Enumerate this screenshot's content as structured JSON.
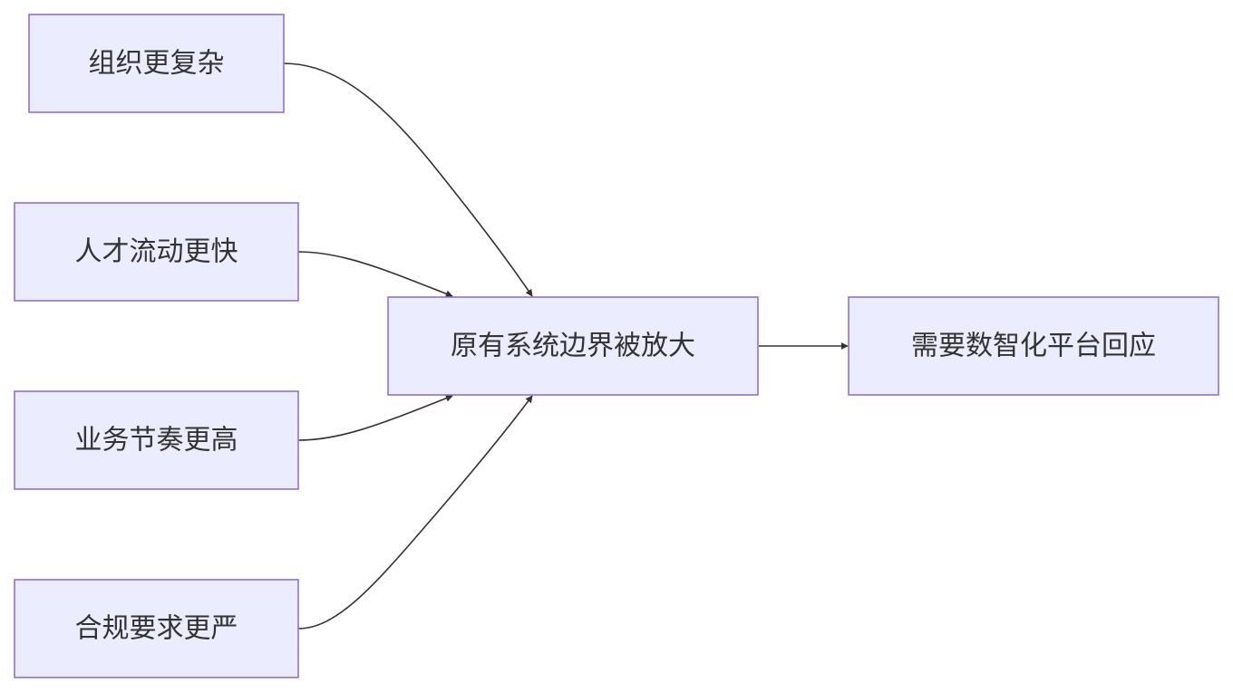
{
  "colors": {
    "node_fill": "#ECECFF",
    "node_stroke": "#9370DB",
    "edge": "#333333",
    "text": "#333333",
    "background": "#FFFFFF"
  },
  "nodes": {
    "complex_org": "组织更复杂",
    "talent_flow": "人才流动更快",
    "business_pace": "业务节奏更高",
    "compliance": "合规要求更严",
    "system_boundary": "原有系统边界被放大",
    "digital_platform": "需要数智化平台回应"
  },
  "edges": [
    {
      "from": "complex_org",
      "to": "system_boundary"
    },
    {
      "from": "talent_flow",
      "to": "system_boundary"
    },
    {
      "from": "business_pace",
      "to": "system_boundary"
    },
    {
      "from": "compliance",
      "to": "system_boundary"
    },
    {
      "from": "system_boundary",
      "to": "digital_platform"
    }
  ]
}
